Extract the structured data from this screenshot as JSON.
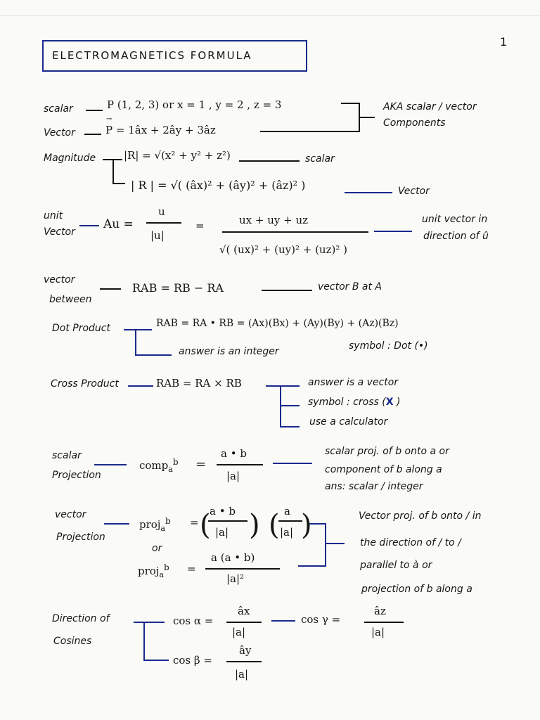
{
  "page": {
    "number": "1",
    "title": "ELECTROMAGNETICS  FORMULA"
  },
  "scalar": {
    "label": "scalar",
    "formula": "P (1, 2, 3)  or  x = 1 , y = 2 , z = 3"
  },
  "vector": {
    "label": "Vector",
    "formula": "= 1âx + 2ây + 3âz"
  },
  "aka_note": [
    "AKA scalar / vector",
    "Components"
  ],
  "magnitude": {
    "label": "Magnitude",
    "scalar_formula": "|R| = √(x² + y² + z²)",
    "scalar_note": "scalar",
    "vector_formula": "| R | = √( (âx)² + (ây)² + (âz)² )",
    "vector_note": "Vector"
  },
  "unit_vector": {
    "label": [
      "unit",
      "Vector"
    ],
    "lhs": "Au =",
    "num1": "u",
    "den1": "|u|",
    "eq": "=",
    "num2": "ux + uy + uz",
    "den2": "√( (ux)² + (uy)² + (uz)² )",
    "note": [
      "unit vector in",
      "direction of û"
    ]
  },
  "vector_between": {
    "label": [
      "vector",
      "between"
    ],
    "formula": "RAB = RB − RA",
    "note": "vector B at A"
  },
  "dot_product": {
    "label": "Dot Product",
    "formula": "RAB = RA • RB = (Ax)(Bx) + (Ay)(By) + (Az)(Bz)",
    "note1": "answer is an integer",
    "note2": "symbol : Dot (•)"
  },
  "cross_product": {
    "label": "Cross Product",
    "formula": "RAB = RA × RB",
    "notes": [
      "answer is a vector",
      "symbol : cross (",
      "use a calculator"
    ],
    "x_symbol": "X",
    "close_paren": ")"
  },
  "scalar_projection": {
    "label": [
      "scalar",
      "Projection"
    ],
    "lhs": "comp",
    "sub": "a",
    "sup": "b",
    "eq": "=",
    "num": "a • b",
    "den": "|a|",
    "notes": [
      "scalar proj. of b onto a  or",
      "component of b along a",
      "ans: scalar / integer"
    ]
  },
  "vector_projection": {
    "label": [
      "vector",
      "Projection"
    ],
    "lhs": "proj",
    "sub": "a",
    "sup": "b",
    "eq": "=",
    "f1_num": "a • b",
    "f1_den": "|a|",
    "f2_num": "a",
    "f2_den": "|a|",
    "or": "or",
    "lhs2": "proj",
    "sub2": "a",
    "sup2": "b",
    "eq2": "=",
    "f3_num": "a (a • b)",
    "f3_den": "|a|²",
    "notes": [
      "Vector proj. of b onto / in",
      "the direction of / to /",
      "parallel to à  or",
      "projection of b along a"
    ]
  },
  "direction_cosines": {
    "label": [
      "Direction of",
      "Cosines"
    ],
    "alpha": "cos α =",
    "alpha_num": "âx",
    "alpha_den": "|a|",
    "gamma": "cos γ =",
    "gamma_num": "âz",
    "gamma_den": "|a|",
    "beta": "cos β =",
    "beta_num": "ây",
    "beta_den": "|a|"
  }
}
